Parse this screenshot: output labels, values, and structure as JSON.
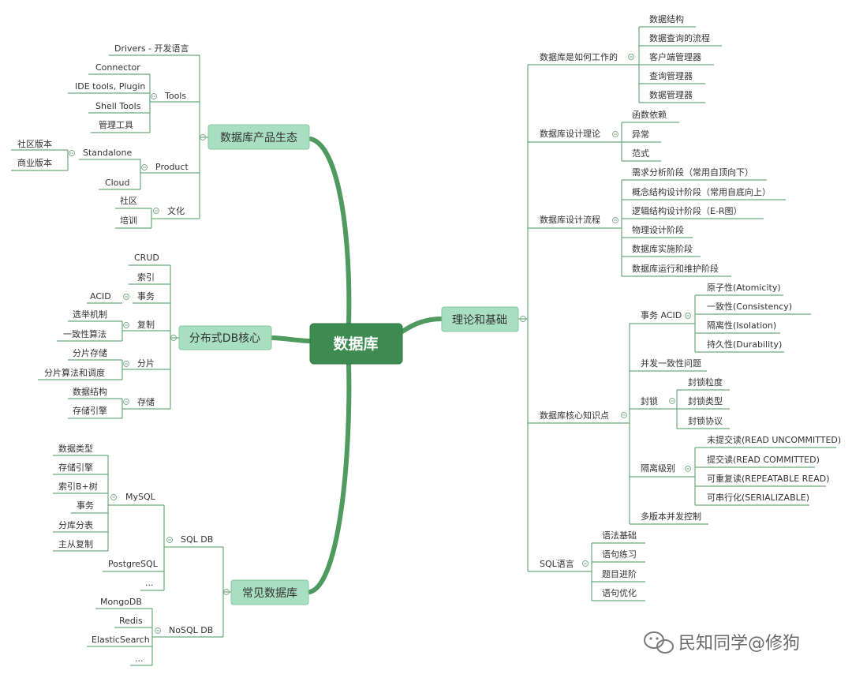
{
  "central": "数据库",
  "branches": {
    "ecosystem": "数据库产品生态",
    "distributed": "分布式DB核心",
    "common": "常见数据库",
    "theory": "理论和基础"
  },
  "eco": {
    "drivers": "Drivers - 开发语言",
    "connector": "Connector",
    "ide": "IDE tools, Plugin",
    "shell": "Shell Tools",
    "mgmt": "管理工具",
    "tools": "Tools",
    "community_edition": "社区版本",
    "commercial_edition": "商业版本",
    "standalone": "Standalone",
    "cloud": "Cloud",
    "product": "Product",
    "community": "社区",
    "training": "培训",
    "culture": "文化"
  },
  "dist": {
    "crud": "CRUD",
    "index": "索引",
    "acid": "ACID",
    "transaction": "事务",
    "election": "选举机制",
    "consensus": "一致性算法",
    "replication": "复制",
    "shard_storage": "分片存储",
    "shard_algo": "分片算法和调度",
    "shard": "分片",
    "data_structure": "数据结构",
    "engine": "存储引擎",
    "storage": "存储"
  },
  "common": {
    "data_types": "数据类型",
    "engine": "存储引擎",
    "index_btree": "索引B+树",
    "transaction": "事务",
    "sharding": "分库分表",
    "master_slave": "主从复制",
    "mysql": "MySQL",
    "postgresql": "PostgreSQL",
    "sql_more": "...",
    "sql_db": "SQL DB",
    "mongodb": "MongoDB",
    "redis": "Redis",
    "elastic": "ElasticSearch",
    "nosql_more": "...",
    "nosql_db": "NoSQL DB"
  },
  "theory": {
    "how_works": "数据库是如何工作的",
    "data_structure": "数据结构",
    "query_flow": "数据查询的流程",
    "client_mgr": "客户端管理器",
    "query_mgr": "查询管理器",
    "data_mgr": "数据管理器",
    "design_theory": "数据库设计理论",
    "func_dep": "函数依赖",
    "anomaly": "异常",
    "normal_form": "范式",
    "design_flow": "数据库设计流程",
    "req_analysis": "需求分析阶段（常用自顶向下）",
    "concept_design": "概念结构设计阶段（常用自底向上）",
    "logic_design": "逻辑结构设计阶段（E-R图）",
    "physical_design": "物理设计阶段",
    "implementation": "数据库实施阶段",
    "operation": "数据库运行和维护阶段",
    "core": "数据库核心知识点",
    "acid": "事务 ACID",
    "atomicity": "原子性(Atomicity)",
    "consistency": "一致性(Consistency)",
    "isolation": "隔离性(Isolation)",
    "durability": "持久性(Durability)",
    "concurrency": "并发一致性问题",
    "lock": "封锁",
    "lock_granularity": "封锁粒度",
    "lock_type": "封锁类型",
    "lock_protocol": "封锁协议",
    "isolation_level": "隔离级别",
    "read_uncommitted": "未提交读(READ UNCOMMITTED)",
    "read_committed": "提交读(READ COMMITTED)",
    "repeatable_read": "可重复读(REPEATABLE READ)",
    "serializable": "可串行化(SERIALIZABLE)",
    "mvcc": "多版本并发控制",
    "sql": "SQL语言",
    "syntax": "语法基础",
    "practice": "语句练习",
    "advanced": "题目进阶",
    "optimize": "语句优化"
  },
  "watermark": "民知同学@修狗",
  "colors": {
    "central": "#3d8b50",
    "branch_box": "#a8dfc0",
    "line": "#6aaa7a",
    "trunk": "#4f9a5e"
  }
}
